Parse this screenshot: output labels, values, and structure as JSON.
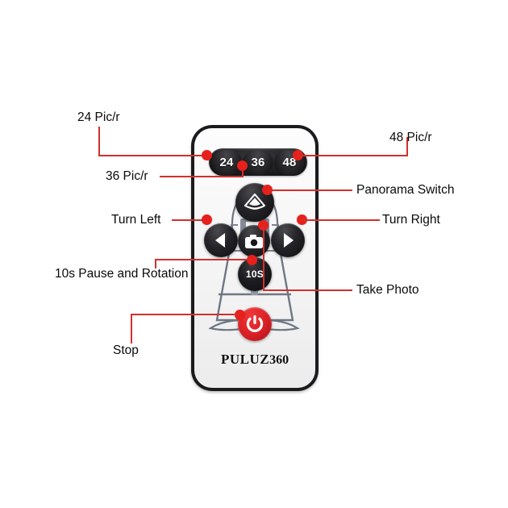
{
  "page": {
    "title": "PULUZ 360 Remote Control Button Guide",
    "background": "#ffffff",
    "accent_color": "#d2302c",
    "dot_color": "#e8201b"
  },
  "device": {
    "brand_name": "PULUZ",
    "brand_suffix": "360",
    "buttons": {
      "pic24": "24",
      "pic36": "36",
      "pic48": "48",
      "timer": "10S",
      "panorama_icon": "panorama-icon",
      "left_icon": "triangle-left-icon",
      "right_icon": "triangle-right-icon",
      "camera_icon": "camera-icon",
      "power_icon": "power-icon"
    }
  },
  "annotations": [
    {
      "key": "pic24",
      "label": "24 Pic/r"
    },
    {
      "key": "pic36",
      "label": "36 Pic/r"
    },
    {
      "key": "pic48",
      "label": "48 Pic/r"
    },
    {
      "key": "panorama",
      "label": "Panorama Switch"
    },
    {
      "key": "left",
      "label": "Turn Left"
    },
    {
      "key": "right",
      "label": "Turn Right"
    },
    {
      "key": "pause",
      "label": "10s Pause and Rotation"
    },
    {
      "key": "photo",
      "label": "Take Photo"
    },
    {
      "key": "stop",
      "label": "Stop"
    }
  ]
}
